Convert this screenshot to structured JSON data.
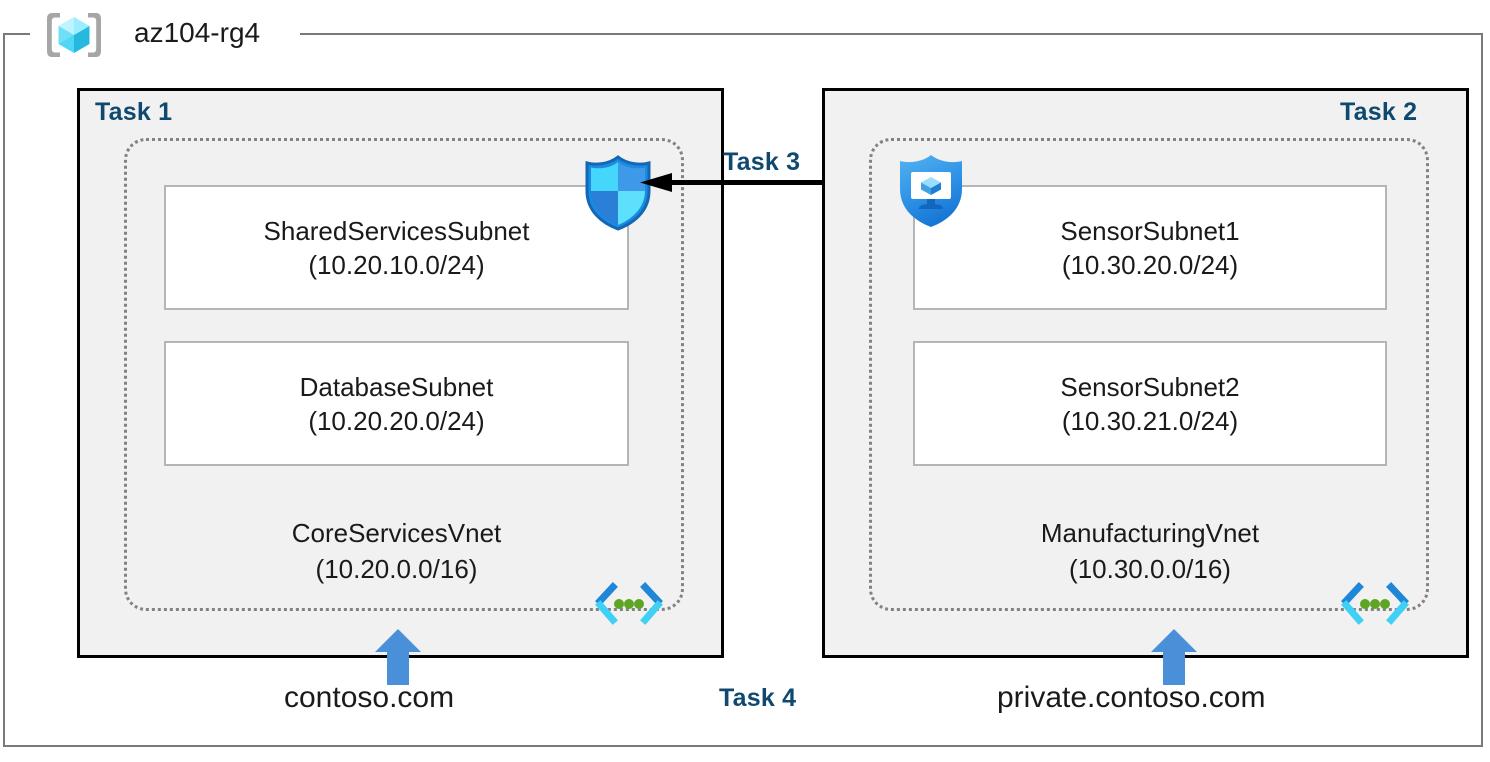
{
  "resource_group": {
    "name": "az104-rg4",
    "icon": "azure-resource-group-icon"
  },
  "panels": [
    {
      "id": "task1",
      "label": "Task 1",
      "vnet": {
        "name": "CoreServicesVnet",
        "cidr": "(10.20.0.0/16)",
        "icon": "virtual-network-icon",
        "subnets": [
          {
            "name": "SharedServicesSubnet",
            "cidr": "(10.20.10.0/24)"
          },
          {
            "name": "DatabaseSubnet",
            "cidr": "(10.20.20.0/24)"
          }
        ]
      },
      "dns": {
        "label": "contoso.com",
        "icon": "up-arrow-icon"
      },
      "icon": {
        "name": "network-security-group-shield-icon"
      }
    },
    {
      "id": "task2",
      "label": "Task 2",
      "vnet": {
        "name": "ManufacturingVnet",
        "cidr": "(10.30.0.0/16)",
        "icon": "virtual-network-icon",
        "subnets": [
          {
            "name": "SensorSubnet1",
            "cidr": "(10.30.20.0/24)"
          },
          {
            "name": "SensorSubnet2",
            "cidr": "(10.30.21.0/24)"
          }
        ]
      },
      "dns": {
        "label": "private.contoso.com",
        "icon": "up-arrow-icon"
      },
      "icon": {
        "name": "bastion-protected-vm-shield-icon"
      }
    }
  ],
  "annotations": {
    "task3": {
      "label": "Task 3",
      "icon": "peering-arrow-icon"
    },
    "task4": {
      "label": "Task 4"
    }
  },
  "colors": {
    "task_label": "#10496f",
    "panel_fill": "#f1f1f1",
    "panel_border": "#000000",
    "vnet_border": "#828282",
    "subnet_border": "#b5b5b5",
    "dns_arrow": "#4a90d9",
    "azure_cyan": "#32c8f0",
    "azure_blue": "#1a8cdc",
    "vnet_dot_green": "#5fa524",
    "frame_border": "#7a7a7a"
  }
}
